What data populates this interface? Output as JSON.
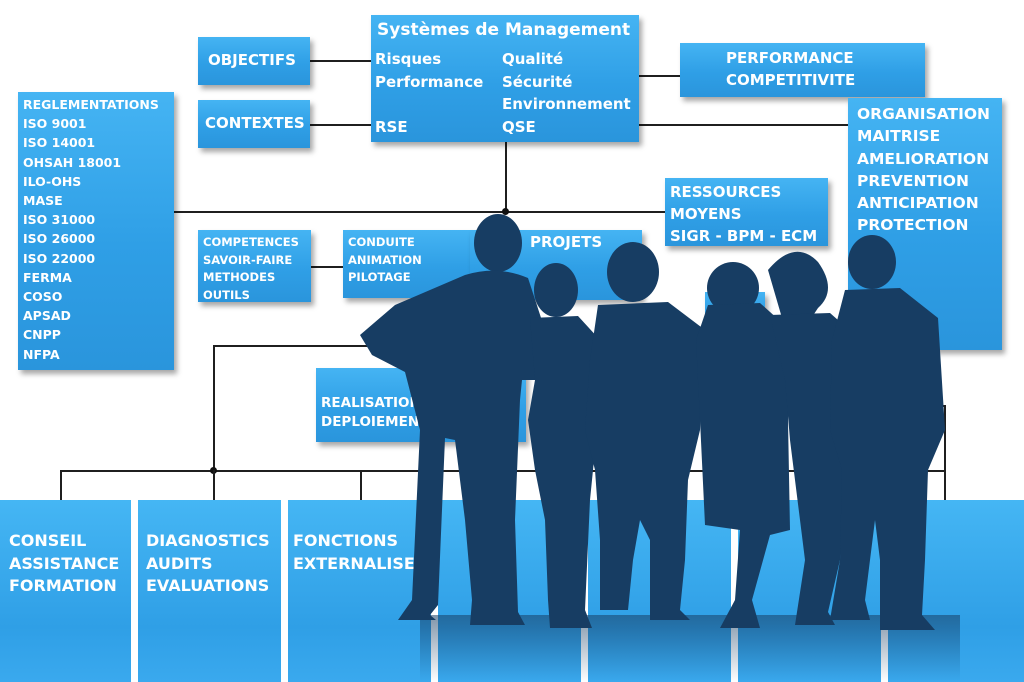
{
  "colors": {
    "box": "#35a8ec",
    "line": "#1f1f1f",
    "silhouette": "#173d63"
  },
  "center": {
    "title": "Systèmes de Management",
    "col1": [
      "Risques",
      "Performance"
    ],
    "col2": [
      "Qualité",
      "Sécurité",
      "Environnement"
    ],
    "bottom_left": "RSE",
    "bottom_right": "QSE"
  },
  "objectifs": "OBJECTIFS",
  "contextes": "CONTEXTES",
  "performance": [
    "PERFORMANCE",
    "COMPETITIVITE"
  ],
  "reglementations": [
    "REGLEMENTATIONS",
    "ISO 9001",
    "ISO 14001",
    "OHSAH 18001",
    "ILO-OHS",
    "MASE",
    "ISO 31000",
    "ISO 26000",
    "ISO 22000",
    "FERMA",
    "COSO",
    "APSAD",
    "CNPP",
    "NFPA"
  ],
  "organisation": [
    "ORGANISATION",
    "MAITRISE",
    "AMELIORATION",
    "PREVENTION",
    "ANTICIPATION",
    "PROTECTION"
  ],
  "ressources": [
    "RESSOURCES",
    "MOYENS",
    "SIGR - BPM - ECM"
  ],
  "competences": [
    "COMPETENCES",
    "SAVOIR-FAIRE",
    "METHODES",
    "OUTILS"
  ],
  "conduite": [
    "CONDUITE",
    "ANIMATION",
    "PILOTAGE"
  ],
  "projets": "PROJETS",
  "realisation": [
    "REALISATION",
    "DEPLOIEMENT"
  ],
  "bottom": {
    "conseil": [
      "CONSEIL",
      "ASSISTANCE",
      "FORMATION"
    ],
    "diagnostics": [
      "DIAGNOSTICS",
      "AUDITS",
      "EVALUATIONS"
    ],
    "fonctions": [
      "FONCTIONS",
      "EXTERNALISEES"
    ]
  }
}
